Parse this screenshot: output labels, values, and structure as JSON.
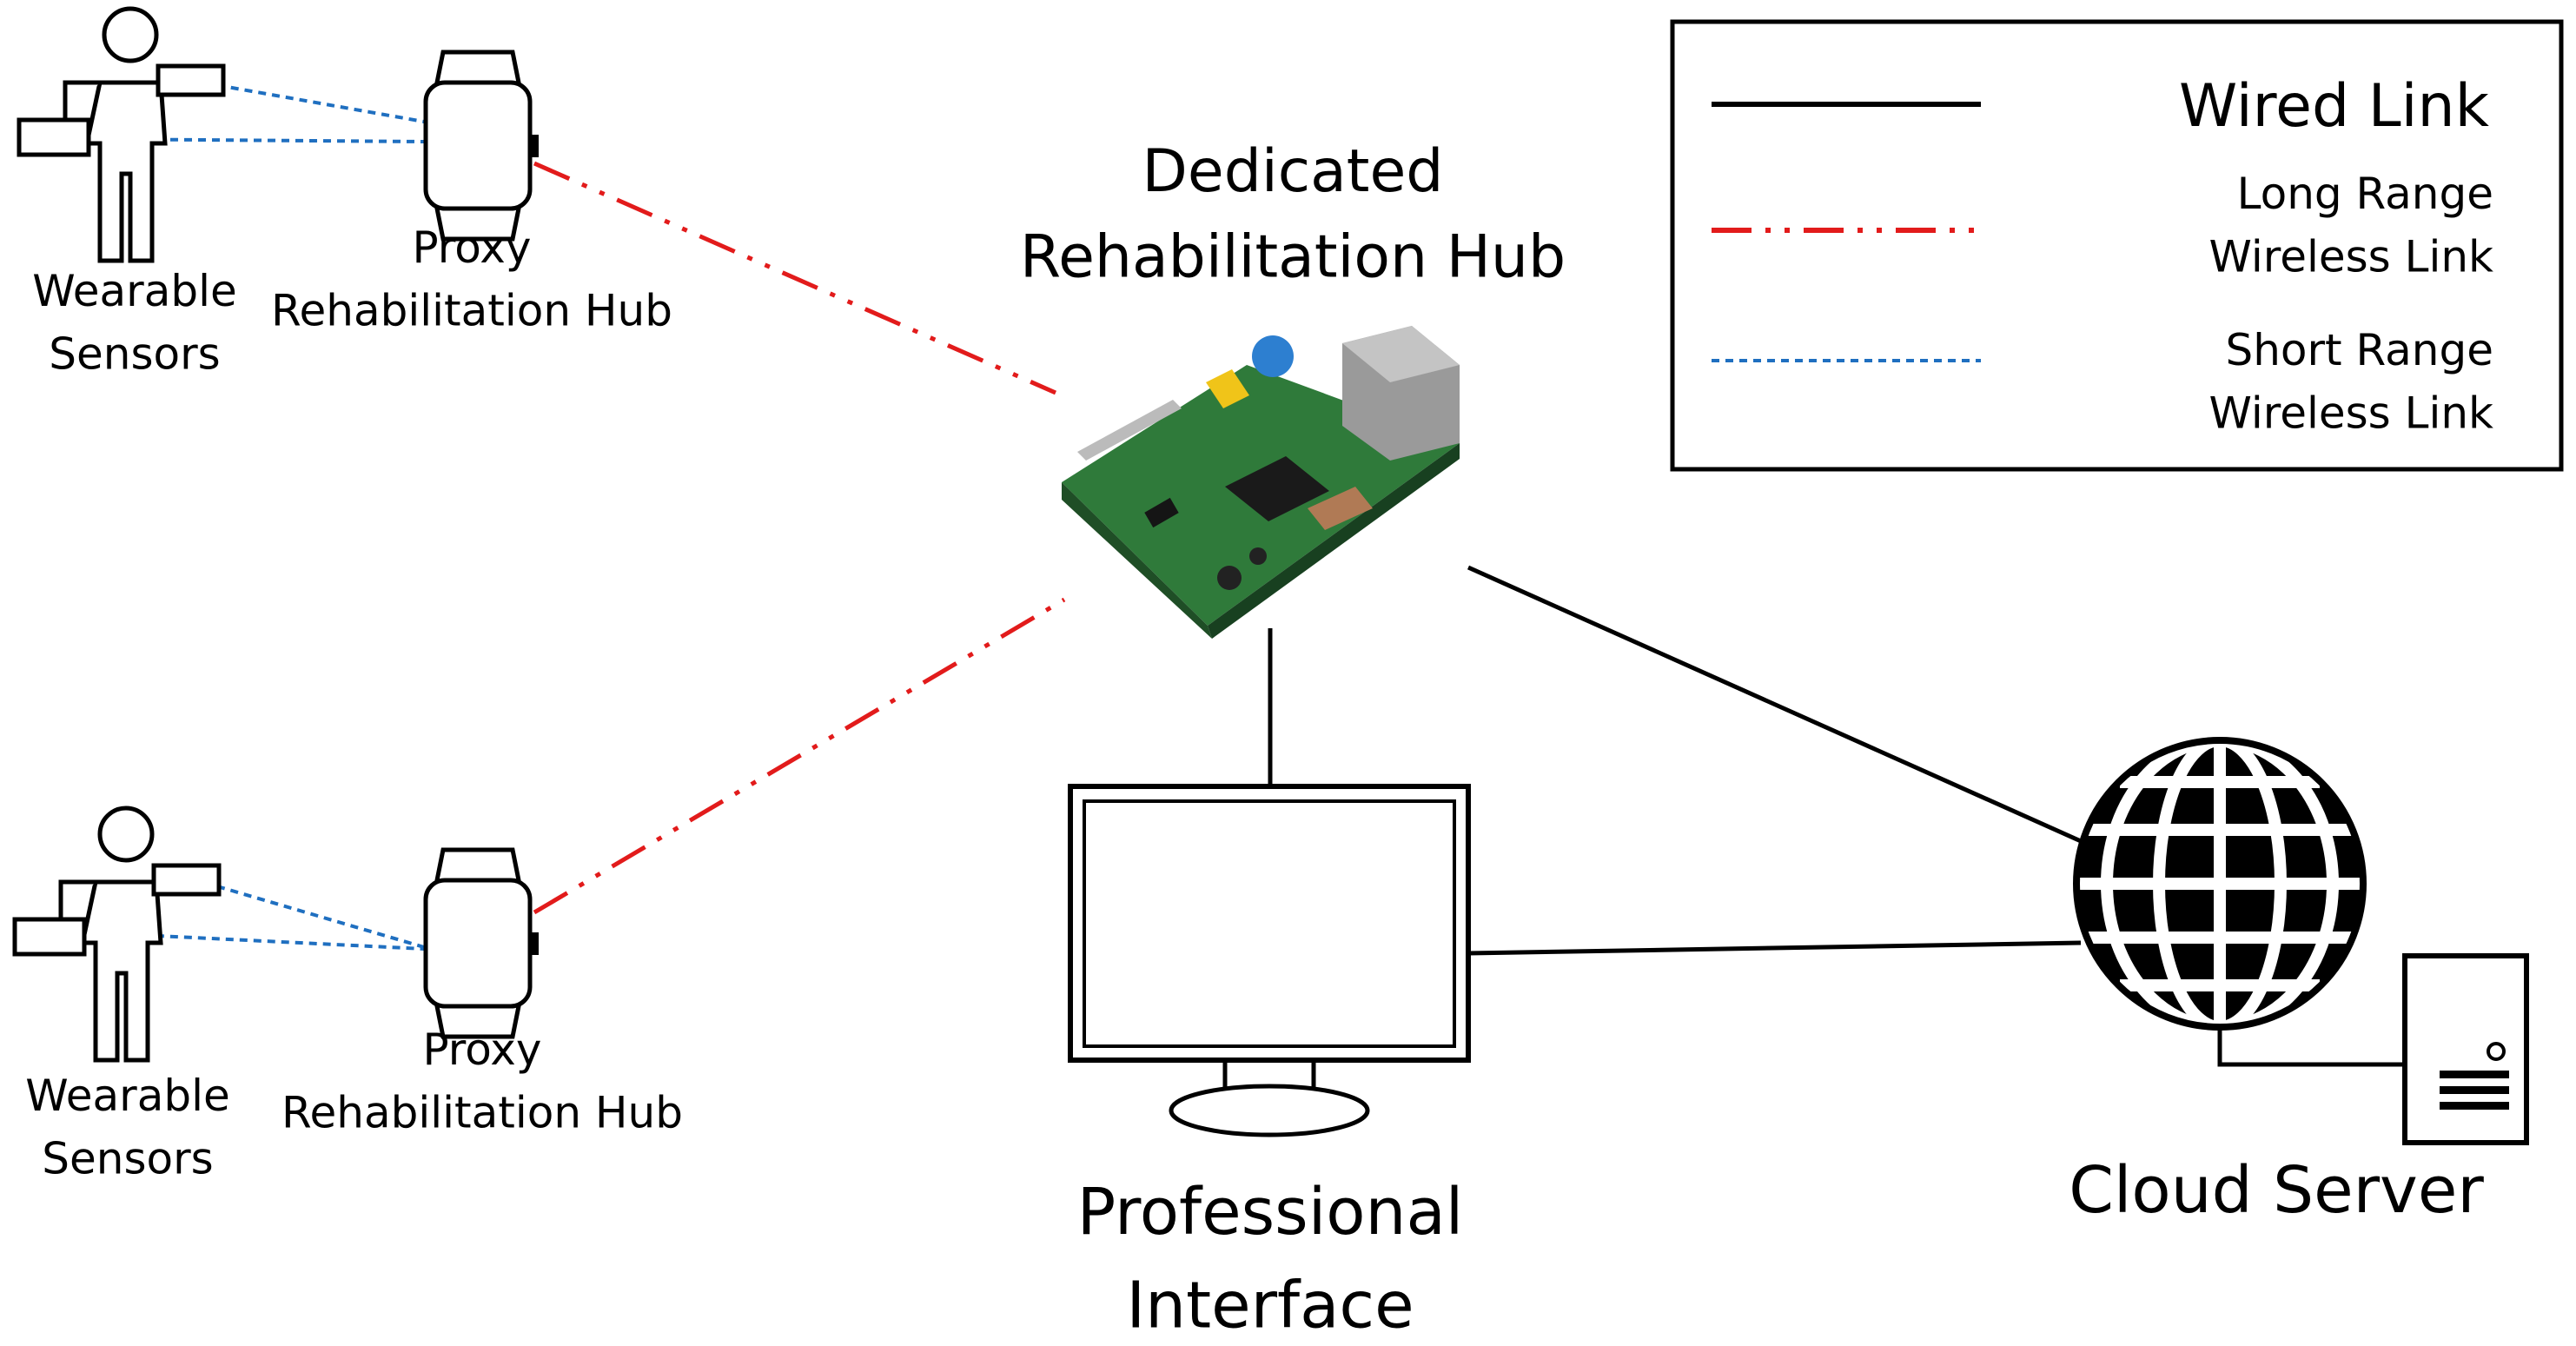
{
  "nodes": {
    "sensors_top": "Wearable\nSensors",
    "proxy_top": "Proxy\nRehabilitation Hub",
    "sensors_bottom": "Wearable\nSensors",
    "proxy_bottom": "Proxy\nRehabilitation Hub",
    "hub": "Dedicated\nRehabilitation Hub",
    "professional": "Professional\nInterface",
    "cloud": "Cloud Server"
  },
  "legend": {
    "wired": "Wired Link",
    "long_range": "Long Range\nWireless Link",
    "short_range": "Short Range\nWireless Link"
  },
  "colors": {
    "wired": "#000000",
    "long_range": "#e21b1b",
    "short_range": "#1f6fc0"
  },
  "icons": {
    "person": "person-icon",
    "watch": "smartwatch-icon",
    "board": "circuit-board-icon",
    "monitor": "monitor-icon",
    "globe": "globe-icon",
    "server": "server-tower-icon"
  }
}
